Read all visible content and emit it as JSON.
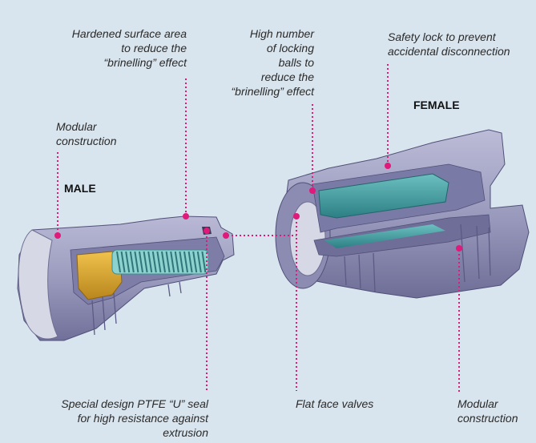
{
  "labels": {
    "hardened": "Hardened surface area\nto reduce the\n“brinelling” effect",
    "locking_balls": "High number\nof locking\nballs to\nreduce the\n“brinelling” effect",
    "safety_lock": "Safety lock to prevent\naccidental disconnection",
    "modular_left": "Modular\nconstruction",
    "male": "MALE",
    "female": "FEMALE",
    "ptfe_seal": "Special design PTFE “U” seal\nfor high resistance against\nextrusion",
    "flat_face": "Flat face valves",
    "modular_right": "Modular\nconstruction"
  },
  "colors": {
    "background": "#d9e5ee",
    "leader": "#e0197a",
    "body_light": "#a9a9c9",
    "body_dark": "#6f6f94",
    "brass": "#d9a531",
    "teal": "#3f9ea0",
    "bore": "#d6d8e6"
  }
}
